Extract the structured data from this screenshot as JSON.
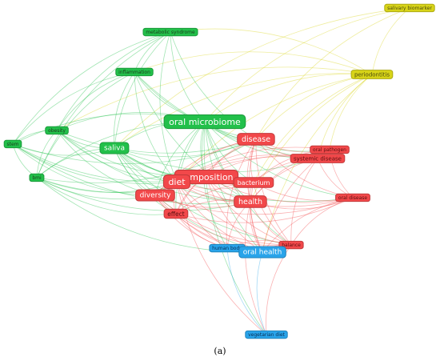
{
  "caption": "(a)",
  "colors": {
    "green": "#22c04a",
    "red": "#f2484a",
    "blue": "#29a4ea",
    "yellow": "#d8d418",
    "background": "#ffffff"
  },
  "nodes": [
    {
      "id": "salivary-biomarker",
      "label": "salivary biomarker",
      "cluster": "yellow"
    },
    {
      "id": "periodontitis",
      "label": "periodontitis",
      "cluster": "yellow"
    },
    {
      "id": "metabolic-syndrome",
      "label": "metabolic syndrome",
      "cluster": "green"
    },
    {
      "id": "inflammation",
      "label": "inflammation",
      "cluster": "green"
    },
    {
      "id": "oral-microbiome",
      "label": "oral microbiome",
      "cluster": "green"
    },
    {
      "id": "obesity",
      "label": "obesity",
      "cluster": "green"
    },
    {
      "id": "stem",
      "label": "stem",
      "cluster": "green"
    },
    {
      "id": "saliva",
      "label": "saliva",
      "cluster": "green"
    },
    {
      "id": "bmi",
      "label": "bmi",
      "cluster": "green"
    },
    {
      "id": "disease",
      "label": "disease",
      "cluster": "red"
    },
    {
      "id": "oral-pathogen",
      "label": "oral pathogen",
      "cluster": "red"
    },
    {
      "id": "systemic-disease",
      "label": "systemic disease",
      "cluster": "red"
    },
    {
      "id": "composition",
      "label": "composition",
      "cluster": "red"
    },
    {
      "id": "diet",
      "label": "diet",
      "cluster": "red"
    },
    {
      "id": "bacterium",
      "label": "bacterium",
      "cluster": "red"
    },
    {
      "id": "diversity",
      "label": "diversity",
      "cluster": "red"
    },
    {
      "id": "health",
      "label": "health",
      "cluster": "red"
    },
    {
      "id": "effect",
      "label": "effect",
      "cluster": "red"
    },
    {
      "id": "oral-disease",
      "label": "oral disease",
      "cluster": "red"
    },
    {
      "id": "balance",
      "label": "balance",
      "cluster": "red"
    },
    {
      "id": "human-body",
      "label": "human body",
      "cluster": "blue"
    },
    {
      "id": "oral-health",
      "label": "oral health",
      "cluster": "blue"
    },
    {
      "id": "vegetarian-diet",
      "label": "vegetarian diet",
      "cluster": "blue"
    }
  ],
  "links": [
    [
      "salivary-biomarker",
      "periodontitis"
    ],
    [
      "salivary-biomarker",
      "oral-microbiome"
    ],
    [
      "salivary-biomarker",
      "disease"
    ],
    [
      "salivary-biomarker",
      "saliva"
    ],
    [
      "periodontitis",
      "oral-microbiome"
    ],
    [
      "periodontitis",
      "disease"
    ],
    [
      "periodontitis",
      "systemic-disease"
    ],
    [
      "periodontitis",
      "inflammation"
    ],
    [
      "periodontitis",
      "saliva"
    ],
    [
      "periodontitis",
      "oral-health"
    ],
    [
      "periodontitis",
      "health"
    ],
    [
      "periodontitis",
      "bacterium"
    ],
    [
      "periodontitis",
      "oral-pathogen"
    ],
    [
      "periodontitis",
      "obesity"
    ],
    [
      "periodontitis",
      "metabolic-syndrome"
    ],
    [
      "periodontitis",
      "diet"
    ],
    [
      "metabolic-syndrome",
      "oral-microbiome"
    ],
    [
      "metabolic-syndrome",
      "saliva"
    ],
    [
      "metabolic-syndrome",
      "obesity"
    ],
    [
      "metabolic-syndrome",
      "inflammation"
    ],
    [
      "metabolic-syndrome",
      "diet"
    ],
    [
      "metabolic-syndrome",
      "disease"
    ],
    [
      "metabolic-syndrome",
      "stem"
    ],
    [
      "metabolic-syndrome",
      "bmi"
    ],
    [
      "inflammation",
      "oral-microbiome"
    ],
    [
      "inflammation",
      "saliva"
    ],
    [
      "inflammation",
      "obesity"
    ],
    [
      "inflammation",
      "disease"
    ],
    [
      "inflammation",
      "diet"
    ],
    [
      "inflammation",
      "health"
    ],
    [
      "inflammation",
      "systemic-disease"
    ],
    [
      "inflammation",
      "bmi"
    ],
    [
      "inflammation",
      "stem"
    ],
    [
      "oral-microbiome",
      "saliva"
    ],
    [
      "oral-microbiome",
      "disease"
    ],
    [
      "oral-microbiome",
      "diet"
    ],
    [
      "oral-microbiome",
      "composition"
    ],
    [
      "oral-microbiome",
      "bacterium"
    ],
    [
      "oral-microbiome",
      "diversity"
    ],
    [
      "oral-microbiome",
      "health"
    ],
    [
      "oral-microbiome",
      "effect"
    ],
    [
      "oral-microbiome",
      "systemic-disease"
    ],
    [
      "oral-microbiome",
      "oral-pathogen"
    ],
    [
      "oral-microbiome",
      "oral-disease"
    ],
    [
      "oral-microbiome",
      "oral-health"
    ],
    [
      "oral-microbiome",
      "obesity"
    ],
    [
      "oral-microbiome",
      "stem"
    ],
    [
      "oral-microbiome",
      "bmi"
    ],
    [
      "oral-microbiome",
      "balance"
    ],
    [
      "oral-microbiome",
      "human-body"
    ],
    [
      "oral-microbiome",
      "vegetarian-diet"
    ],
    [
      "obesity",
      "stem"
    ],
    [
      "obesity",
      "saliva"
    ],
    [
      "obesity",
      "bmi"
    ],
    [
      "obesity",
      "diet"
    ],
    [
      "obesity",
      "disease"
    ],
    [
      "obesity",
      "composition"
    ],
    [
      "obesity",
      "diversity"
    ],
    [
      "obesity",
      "health"
    ],
    [
      "stem",
      "saliva"
    ],
    [
      "stem",
      "bmi"
    ],
    [
      "stem",
      "diet"
    ],
    [
      "stem",
      "disease"
    ],
    [
      "stem",
      "composition"
    ],
    [
      "stem",
      "diversity"
    ],
    [
      "stem",
      "health"
    ],
    [
      "saliva",
      "bmi"
    ],
    [
      "saliva",
      "diet"
    ],
    [
      "saliva",
      "composition"
    ],
    [
      "saliva",
      "disease"
    ],
    [
      "saliva",
      "bacterium"
    ],
    [
      "saliva",
      "diversity"
    ],
    [
      "saliva",
      "health"
    ],
    [
      "saliva",
      "effect"
    ],
    [
      "saliva",
      "oral-health"
    ],
    [
      "saliva",
      "systemic-disease"
    ],
    [
      "saliva",
      "oral-disease"
    ],
    [
      "saliva",
      "balance"
    ],
    [
      "bmi",
      "diet"
    ],
    [
      "bmi",
      "composition"
    ],
    [
      "bmi",
      "diversity"
    ],
    [
      "bmi",
      "health"
    ],
    [
      "bmi",
      "disease"
    ],
    [
      "bmi",
      "effect"
    ],
    [
      "bmi",
      "oral-health"
    ],
    [
      "disease",
      "systemic-disease"
    ],
    [
      "disease",
      "oral-pathogen"
    ],
    [
      "disease",
      "composition"
    ],
    [
      "disease",
      "diet"
    ],
    [
      "disease",
      "bacterium"
    ],
    [
      "disease",
      "diversity"
    ],
    [
      "disease",
      "health"
    ],
    [
      "disease",
      "effect"
    ],
    [
      "disease",
      "oral-disease"
    ],
    [
      "disease",
      "balance"
    ],
    [
      "disease",
      "oral-health"
    ],
    [
      "disease",
      "human-body"
    ],
    [
      "oral-pathogen",
      "systemic-disease"
    ],
    [
      "oral-pathogen",
      "bacterium"
    ],
    [
      "oral-pathogen",
      "health"
    ],
    [
      "oral-pathogen",
      "diet"
    ],
    [
      "oral-pathogen",
      "oral-disease"
    ],
    [
      "systemic-disease",
      "composition"
    ],
    [
      "systemic-disease",
      "diet"
    ],
    [
      "systemic-disease",
      "bacterium"
    ],
    [
      "systemic-disease",
      "health"
    ],
    [
      "systemic-disease",
      "oral-disease"
    ],
    [
      "systemic-disease",
      "balance"
    ],
    [
      "systemic-disease",
      "diversity"
    ],
    [
      "systemic-disease",
      "oral-health"
    ],
    [
      "composition",
      "diet"
    ],
    [
      "composition",
      "bacterium"
    ],
    [
      "composition",
      "diversity"
    ],
    [
      "composition",
      "health"
    ],
    [
      "composition",
      "effect"
    ],
    [
      "composition",
      "oral-disease"
    ],
    [
      "composition",
      "balance"
    ],
    [
      "composition",
      "oral-health"
    ],
    [
      "diet",
      "bacterium"
    ],
    [
      "diet",
      "diversity"
    ],
    [
      "diet",
      "health"
    ],
    [
      "diet",
      "effect"
    ],
    [
      "diet",
      "oral-disease"
    ],
    [
      "diet",
      "balance"
    ],
    [
      "diet",
      "oral-health"
    ],
    [
      "diet",
      "human-body"
    ],
    [
      "diet",
      "vegetarian-diet"
    ],
    [
      "bacterium",
      "diversity"
    ],
    [
      "bacterium",
      "health"
    ],
    [
      "bacterium",
      "effect"
    ],
    [
      "bacterium",
      "oral-disease"
    ],
    [
      "bacterium",
      "balance"
    ],
    [
      "bacterium",
      "oral-health"
    ],
    [
      "diversity",
      "health"
    ],
    [
      "diversity",
      "effect"
    ],
    [
      "diversity",
      "oral-disease"
    ],
    [
      "diversity",
      "balance"
    ],
    [
      "diversity",
      "oral-health"
    ],
    [
      "diversity",
      "human-body"
    ],
    [
      "health",
      "effect"
    ],
    [
      "health",
      "oral-disease"
    ],
    [
      "health",
      "balance"
    ],
    [
      "health",
      "oral-health"
    ],
    [
      "health",
      "human-body"
    ],
    [
      "health",
      "vegetarian-diet"
    ],
    [
      "effect",
      "oral-disease"
    ],
    [
      "effect",
      "balance"
    ],
    [
      "effect",
      "oral-health"
    ],
    [
      "effect",
      "human-body"
    ],
    [
      "oral-disease",
      "balance"
    ],
    [
      "oral-disease",
      "oral-health"
    ],
    [
      "balance",
      "oral-health"
    ],
    [
      "balance",
      "human-body"
    ],
    [
      "balance",
      "vegetarian-diet"
    ],
    [
      "human-body",
      "oral-health"
    ],
    [
      "human-body",
      "vegetarian-diet"
    ],
    [
      "oral-health",
      "vegetarian-diet"
    ]
  ]
}
